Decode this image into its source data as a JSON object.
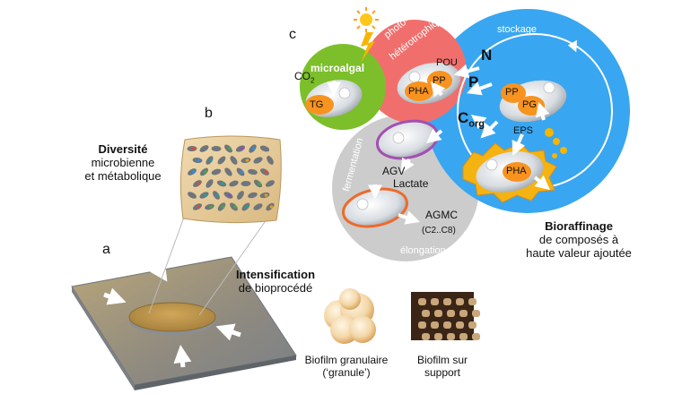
{
  "panels": {
    "a": "a",
    "b": "b",
    "c": "c"
  },
  "diversity": {
    "title": "Diversité",
    "line1": "microbienne",
    "line2": "et métabolique"
  },
  "intensification": {
    "title": "Intensification",
    "subtitle": "de bioprocédé"
  },
  "biorefinery": {
    "title": "Bioraffinage",
    "line1": "de composés à",
    "line2": "haute valeur ajoutée"
  },
  "circles": {
    "microalgal": "microalgal",
    "photo_line1": "photo-",
    "photo_line2": "hétérotrophique",
    "stockage": "stockage",
    "fermentation": "fermentation",
    "elongation": "élongation"
  },
  "compounds": {
    "co2": "CO",
    "co2_sub": "2",
    "tg": "TG",
    "pou": "POU",
    "pp_photo": "PP",
    "pha_photo": "PHA",
    "n": "N",
    "p": "P",
    "c_org": "C",
    "c_org_sub": "org",
    "pp_storage": "PP",
    "pg": "PG",
    "eps": "EPS",
    "pha_storage": "PHA",
    "agv": "AGV",
    "lactate": "Lactate",
    "agmc": "AGMC",
    "agmc_range": "(C2..C8)"
  },
  "biofilms": {
    "granular_line1": "Biofilm granulaire",
    "granular_line2": "(‘granule’)",
    "support_line1": "Biofilm sur",
    "support_line2": "support"
  },
  "colors": {
    "microalgal": "#7cbf2a",
    "photo": "#f0706e",
    "stockage": "#3fa9f5",
    "fermentation": "#c9c9c9",
    "granule": "#f7931e"
  }
}
